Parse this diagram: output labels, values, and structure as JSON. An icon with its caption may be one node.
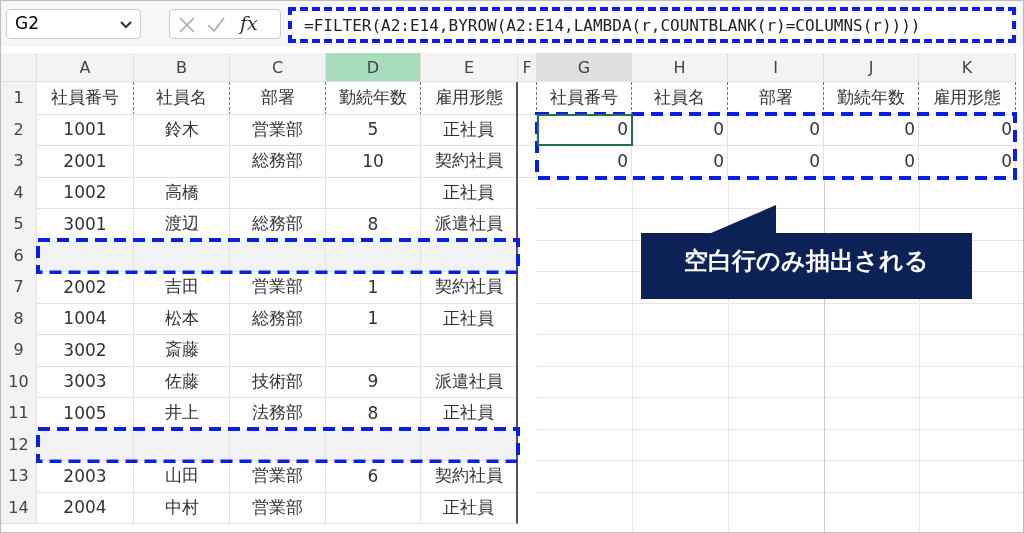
{
  "diagram": {
    "nodes": [
      {
        "text": [
          "空白行のみ抽出される"
        ]
      }
    ],
    "labels": [
      "G2",
      "fx",
      "=FILTER(A2:E14,BYROW(A2:E14,LAMBDA(r,COUNTBLANK(r)=COLUMNS(r))))",
      "A",
      "B",
      "C",
      "D",
      "E",
      "F",
      "G",
      "H",
      "I",
      "J",
      "K",
      "1",
      "社員番号",
      "社員名",
      "部署",
      "勤続年数",
      "雇用形態",
      "社員番号",
      "社員名",
      "部署",
      "勤続年数",
      "雇用形態",
      "2",
      "1001",
      "鈴木",
      "営業部",
      "5",
      "正社員",
      "0",
      "0",
      "0",
      "0",
      "0",
      "3",
      "2001",
      "総務部",
      "10",
      "契約社員",
      "0",
      "0",
      "0",
      "0",
      "0",
      "4",
      "1002",
      "高橋",
      "正社員",
      "5",
      "3001",
      "渡辺",
      "総務部",
      "8",
      "派遣社員",
      "6",
      "7",
      "2002",
      "吉田",
      "営業部",
      "1",
      "契約社員",
      "8",
      "1004",
      "松本",
      "総務部",
      "1",
      "正社員",
      "9",
      "3002",
      "斎藤",
      "10",
      "3003",
      "佐藤",
      "技術部",
      "9",
      "派遣社員",
      "11",
      "1005",
      "井上",
      "法務部",
      "8",
      "正社員",
      "12",
      "13",
      "2003",
      "山田",
      "営業部",
      "6",
      "契約社員",
      "14",
      "2004",
      "中村",
      "営業部",
      "正社員"
    ]
  }
}
